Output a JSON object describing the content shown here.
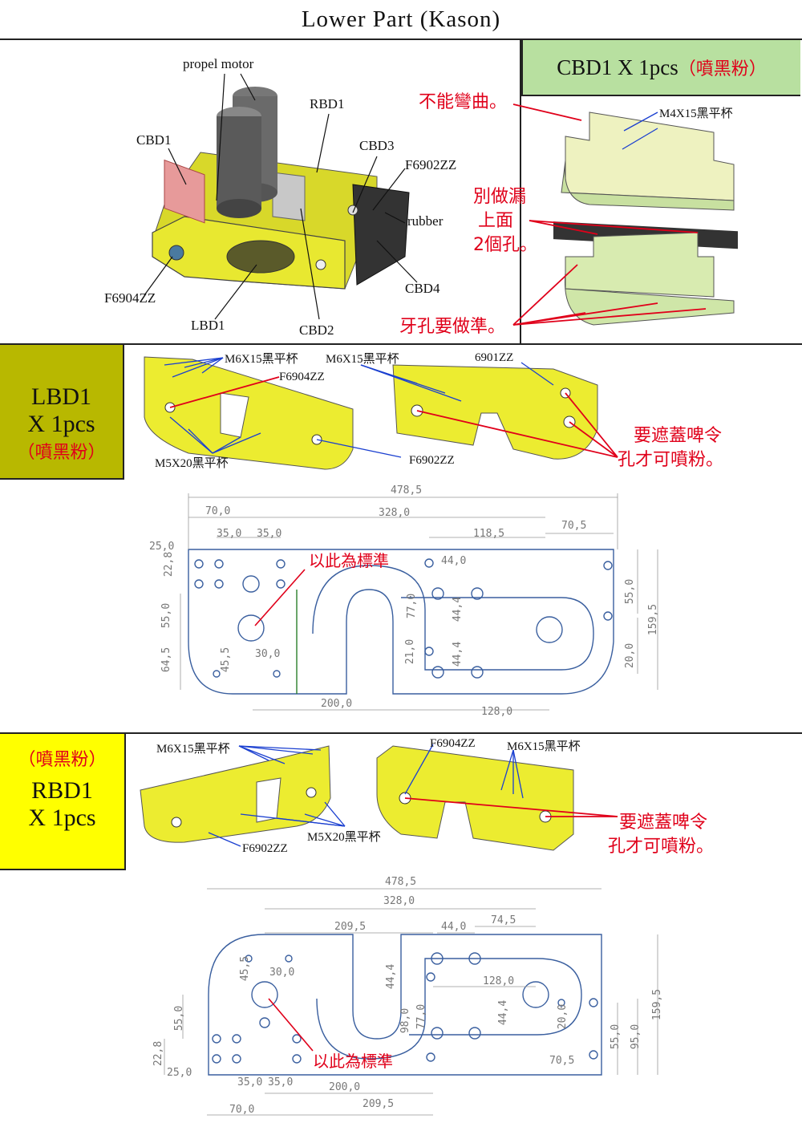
{
  "title": "Lower Part (Kason)",
  "section1": {
    "labels": {
      "propel_motor": "propel motor",
      "rbd1": "RBD1",
      "cbd1": "CBD1",
      "cbd3": "CBD3",
      "f6902zz": "F6902ZZ",
      "rubber": "rubber",
      "cbd4": "CBD4",
      "f6904zz": "F6904ZZ",
      "lbd1": "LBD1",
      "cbd2": "CBD2"
    },
    "notes": {
      "no_bend": "不能彎曲。",
      "top_holes": [
        "別做漏",
        "上面",
        "2個孔。"
      ],
      "thread_accurate": "牙孔要做準。"
    },
    "cbd1_box": {
      "main": "CBD1 X 1pcs",
      "paint": "（噴黑粉）"
    },
    "m4": "M4X15黑平杯"
  },
  "section2": {
    "box": {
      "name": "LBD1",
      "qty": "X 1pcs",
      "paint": "（噴黑粉）"
    },
    "labels": {
      "m6a": "M6X15黑平杯",
      "m6b": "M6X15黑平杯",
      "f6904": "F6904ZZ",
      "f6901": "6901ZZ",
      "m5": "M5X20黑平杯",
      "f6902": "F6902ZZ"
    },
    "note": [
      "要遮蓋啤令",
      "孔才可噴粉。"
    ],
    "ref": "以此為標準",
    "dims": [
      "478,5",
      "70,0",
      "328,0",
      "35,0",
      "35,0",
      "118,5",
      "70,5",
      "25,0",
      "22,8",
      "55,0",
      "64,5",
      "45,5",
      "30,0",
      "200,0",
      "44,0",
      "77,0",
      "44,4",
      "44,4",
      "21,0",
      "128,0",
      "55,0",
      "159,5",
      "20,0"
    ]
  },
  "section3": {
    "box": {
      "paint": "（噴黑粉）",
      "name": "RBD1",
      "qty": "X 1pcs"
    },
    "labels": {
      "m6a": "M6X15黑平杯",
      "f6904": "F6904ZZ",
      "m6b": "M6X15黑平杯",
      "m5": "M5X20黑平杯",
      "f6902": "F6902ZZ"
    },
    "note": [
      "要遮蓋啤令",
      "孔才可噴粉。"
    ],
    "ref": "以此為標準",
    "dims": [
      "478,5",
      "328,0",
      "209,5",
      "44,0",
      "74,5",
      "45,5",
      "30,0",
      "44,4",
      "128,0",
      "55,0",
      "98,0",
      "77,0",
      "44,4",
      "20,0",
      "55,0",
      "95,0",
      "159,5",
      "22,8",
      "25,0",
      "70,5",
      "35,0",
      "35,0",
      "200,0",
      "70,0",
      "209,5"
    ]
  },
  "colors": {
    "yellow_part": "#e8e830",
    "pale_part": "#eef2c0",
    "olive_box": "#b8b800",
    "yellow_box": "#ffff00",
    "note_red": "#e0001a",
    "leader_blue": "#1a3fd0",
    "drawing_line": "#3a5f9f"
  }
}
